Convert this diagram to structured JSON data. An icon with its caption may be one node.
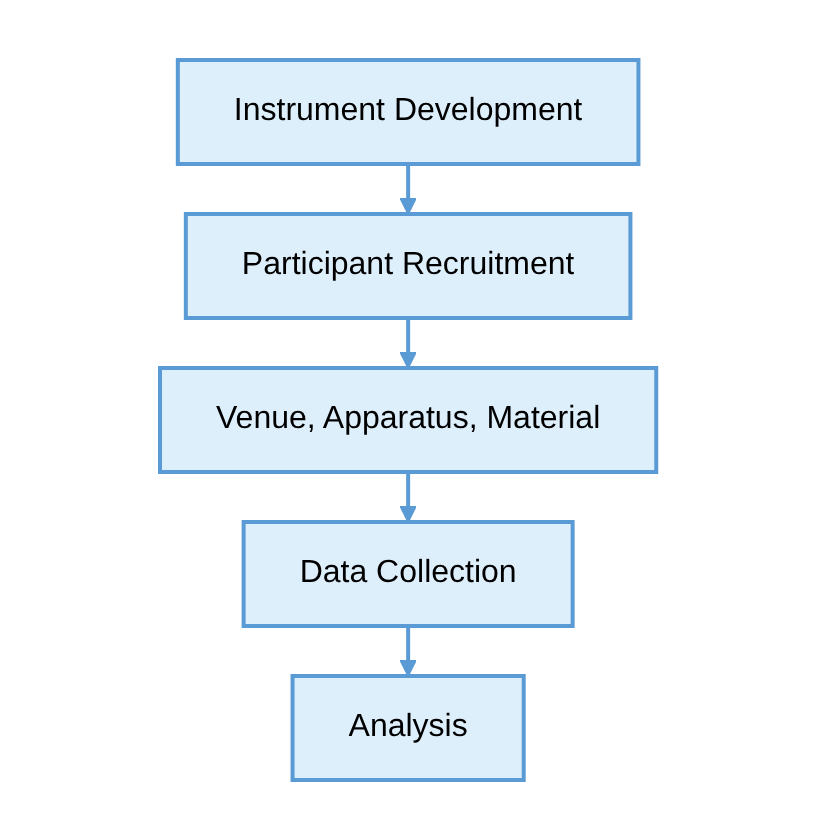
{
  "diagram": {
    "nodes": [
      {
        "text": [
          "Instrument Development"
        ]
      },
      {
        "text": [
          "Participant Recruitment"
        ]
      },
      {
        "text": [
          "Venue, Apparatus, Material"
        ]
      },
      {
        "text": [
          "Data Collection"
        ]
      },
      {
        "text": [
          "Analysis"
        ]
      }
    ],
    "edges": [
      {
        "from": 0,
        "to": 1,
        "arrow": "to"
      },
      {
        "from": 1,
        "to": 2,
        "arrow": "to"
      },
      {
        "from": 2,
        "to": 3,
        "arrow": "to"
      },
      {
        "from": 3,
        "to": 4,
        "arrow": "to"
      }
    ]
  }
}
